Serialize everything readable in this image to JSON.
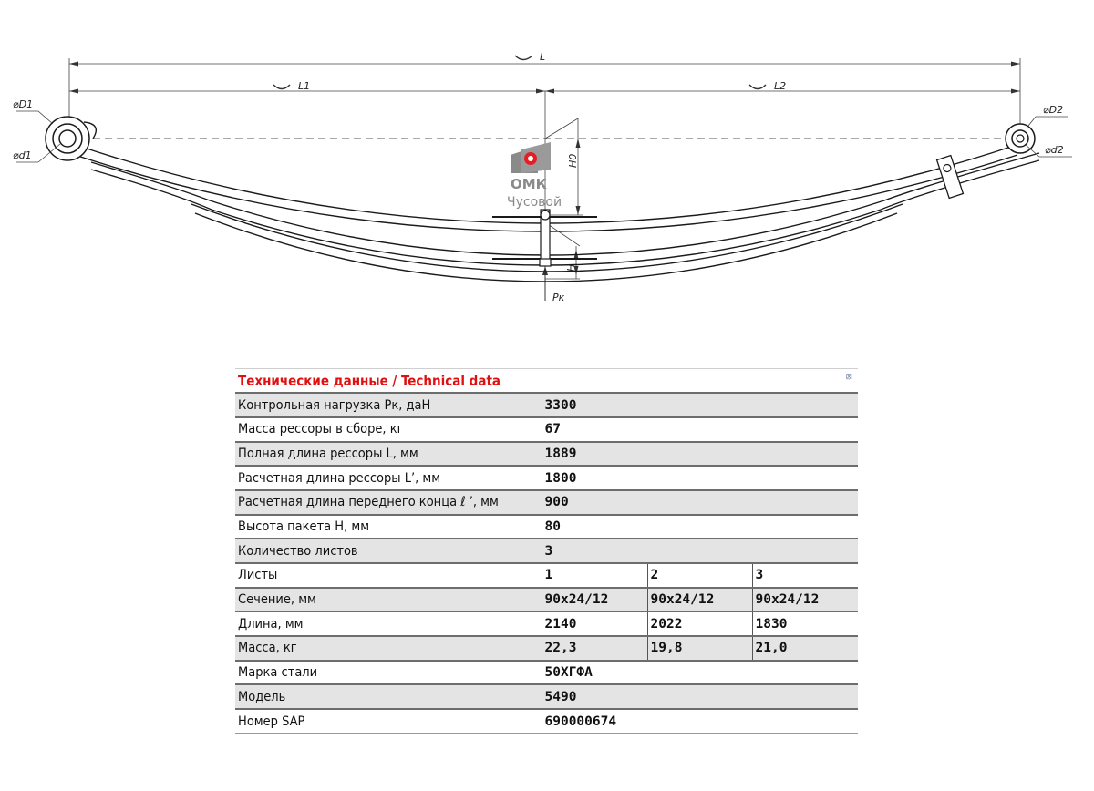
{
  "drawing": {
    "labels": {
      "total_length": "L",
      "length_front": "L1",
      "length_rear": "L2",
      "eye_outer_front": "⌀D1",
      "eye_inner_front": "⌀d1",
      "eye_outer_rear": "⌀D2",
      "eye_inner_rear": "⌀d2",
      "free_height": "H0",
      "pack_height": "H",
      "control_load": "Pк"
    },
    "logo": {
      "brand": "ОМК",
      "plant": "Чусовой",
      "accent_color": "#e31e24",
      "gray_color": "#8a8a8a"
    }
  },
  "table": {
    "title": "Технические данные / Technical data",
    "corner_icon": "expand-icon",
    "rows": [
      {
        "label": "Контрольная нагрузка Рк, даН",
        "value": "3300"
      },
      {
        "label": "Масса рессоры в сборе, кг",
        "value": "67"
      },
      {
        "label": "Полная длина рессоры L, мм",
        "value": "1889"
      },
      {
        "label": "Расчетная длина рессоры L’, мм",
        "value": "1800"
      },
      {
        "label": "Расчетная длина переднего конца ℓ ’, мм",
        "value": "900"
      },
      {
        "label": "Высота пакета H, мм",
        "value": "80"
      },
      {
        "label": "Количество листов",
        "value": "3"
      }
    ],
    "leaves": {
      "label": "Листы",
      "values": [
        "1",
        "2",
        "3"
      ]
    },
    "section": {
      "label": "Сечение, мм",
      "values": [
        "90x24/12",
        "90x24/12",
        "90x24/12"
      ]
    },
    "length": {
      "label": "Длина, мм",
      "values": [
        "2140",
        "2022",
        "1830"
      ]
    },
    "mass": {
      "label": "Масса, кг",
      "values": [
        "22,3",
        "19,8",
        "21,0"
      ]
    },
    "tail": [
      {
        "label": "Марка стали",
        "value": "50ХГФА"
      },
      {
        "label": "Модель",
        "value": "5490"
      },
      {
        "label": "Номер SAP",
        "value": "690000674"
      }
    ]
  }
}
